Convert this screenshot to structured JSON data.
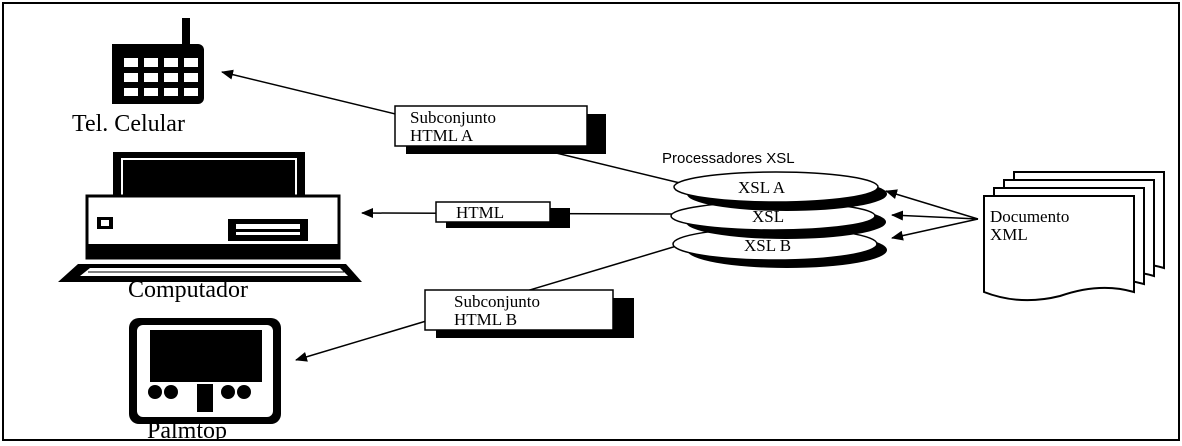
{
  "devices": {
    "phone": {
      "label": "Tel. Celular",
      "icon": "mobile-phone-icon"
    },
    "computer": {
      "label": "Computador",
      "icon": "desktop-computer-icon"
    },
    "palmtop": {
      "label": "Palmtop",
      "icon": "palmtop-icon"
    }
  },
  "outputs": {
    "html_a": {
      "line1": "Subconjunto",
      "line2": "HTML A"
    },
    "html": {
      "line1": "HTML"
    },
    "html_b": {
      "line1": "Subconjunto",
      "line2": "HTML B"
    }
  },
  "processors": {
    "title": "Processadores XSL",
    "items": [
      "XSL A",
      "XSL",
      "XSL B"
    ]
  },
  "document": {
    "line1": "Documento",
    "line2": "XML",
    "icon": "document-stack-icon"
  }
}
